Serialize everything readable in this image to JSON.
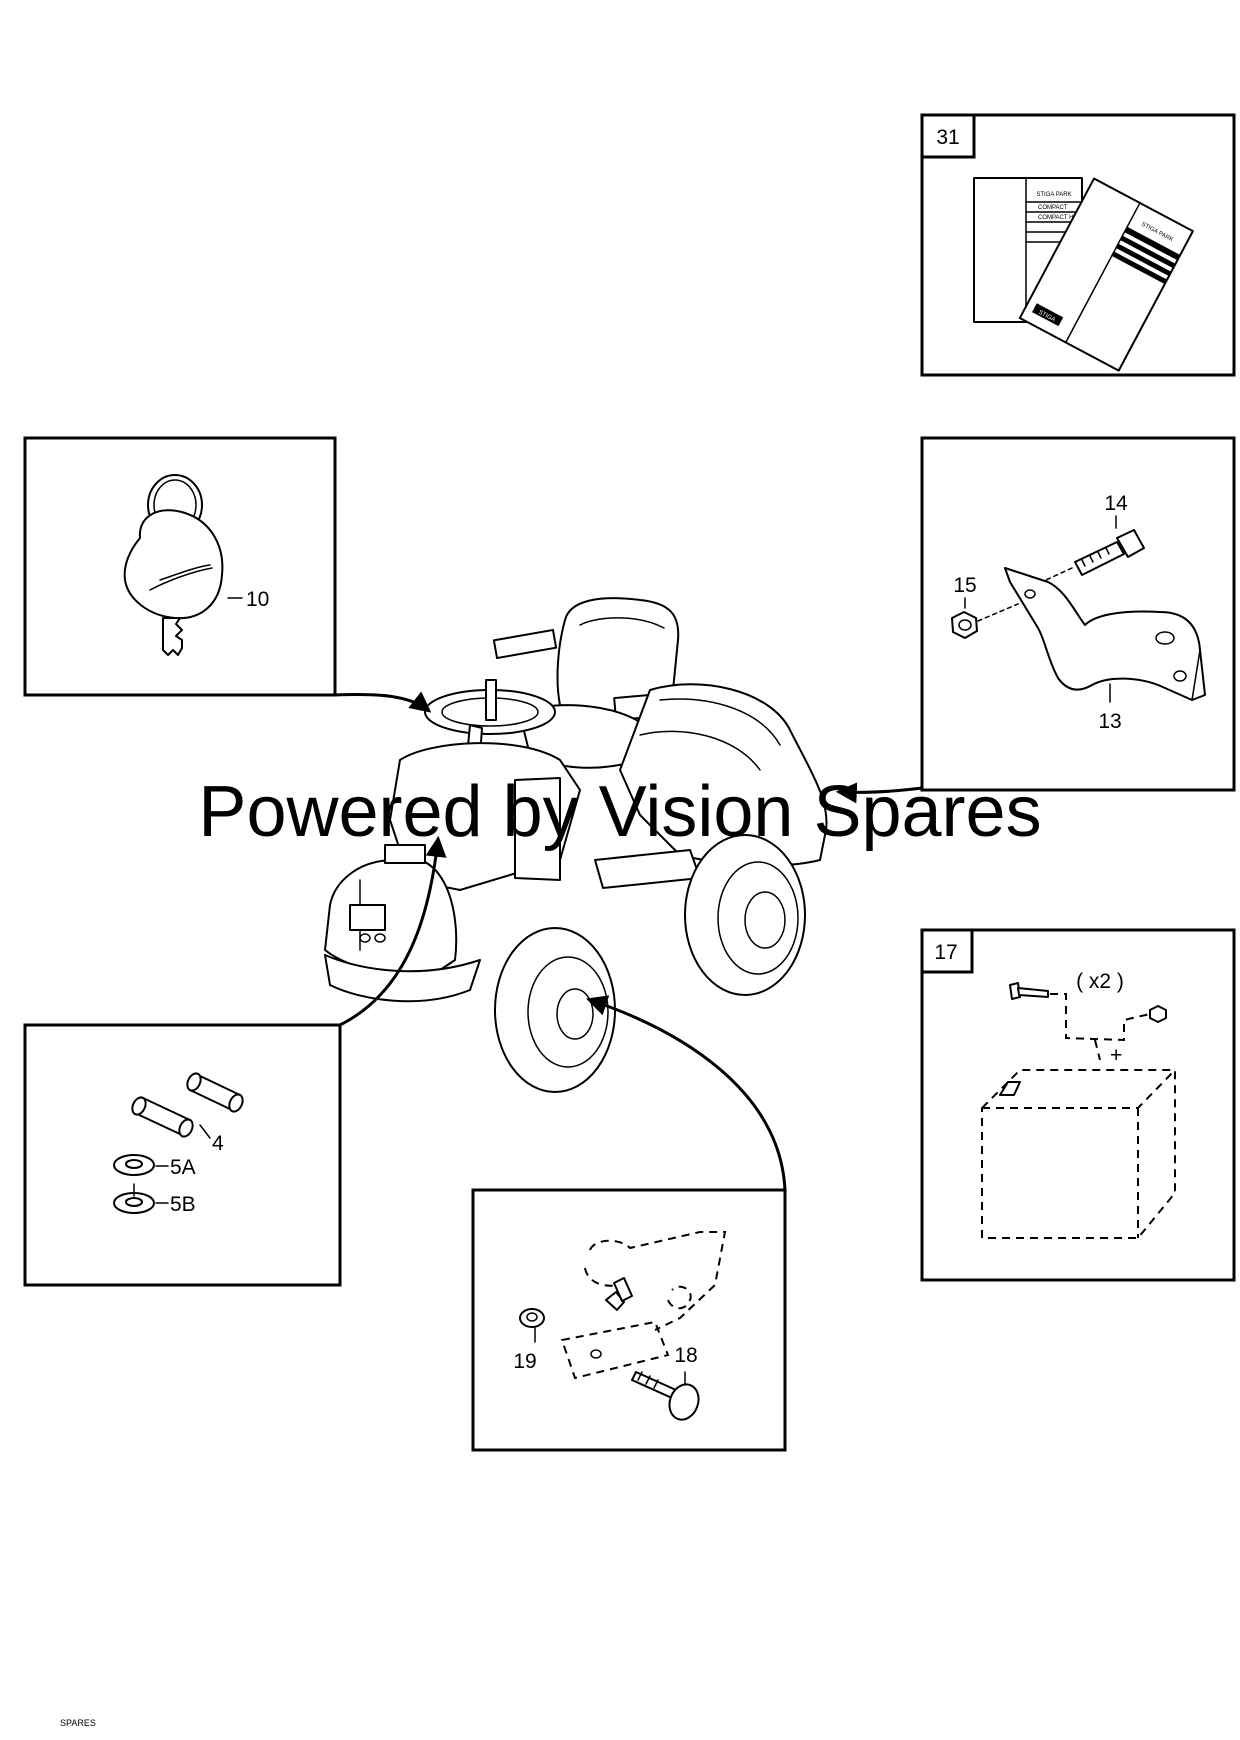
{
  "watermark": "Powered by Vision Spares",
  "footer_ghost": "SPARES",
  "boxes": {
    "manuals": {
      "ref": "31",
      "manual_title": "STIGA PARK",
      "manual_line1": "COMPACT",
      "manual_line2": "COMPACT HST",
      "manual_title_2": "STIGA PARK",
      "brand": "STIGA"
    },
    "key": {
      "part": "10"
    },
    "bracket": {
      "bolt": "14",
      "nut": "15",
      "bracket": "13"
    },
    "pins": {
      "pin": "4",
      "washer_a": "5A",
      "washer_b": "5B"
    },
    "axle": {
      "nut": "19",
      "bolt": "18"
    },
    "battery": {
      "ref": "17",
      "qty": "( x2 )"
    }
  }
}
